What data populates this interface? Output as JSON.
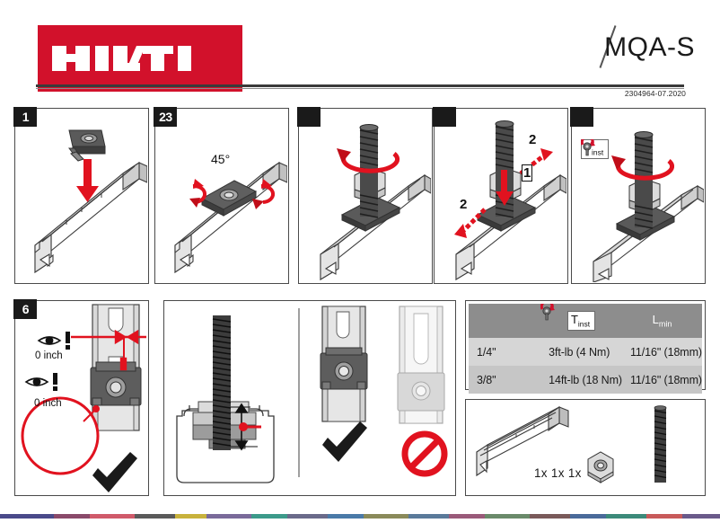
{
  "header": {
    "brand": "HILTI",
    "model": "MQA-S",
    "doc_number": "2304964-07.2020",
    "brand_color": "#d2112b"
  },
  "steps": [
    {
      "number": "1",
      "name": "insert-channel-nut",
      "annotations": []
    },
    {
      "number": "23",
      "name": "rotate-45-degrees",
      "annotations": [
        "45°"
      ]
    },
    {
      "number": "",
      "name": "thread-rod-into-nut",
      "annotations": []
    },
    {
      "number": "",
      "name": "push-down-and-check-play",
      "annotations": [
        "1",
        "2",
        "2"
      ]
    },
    {
      "number": "",
      "name": "tighten-to-torque",
      "annotations": [
        "T inst"
      ]
    },
    {
      "number": "6",
      "name": "visual-inspection",
      "annotations": [
        "0 inch",
        "0 inch"
      ]
    }
  ],
  "labels": {
    "angle_45": "45°",
    "arrow_1": "1",
    "arrow_2": "2",
    "torque_symbol": "T",
    "torque_subscript": "inst",
    "zero_gap": "0 inch",
    "length_symbol": "L",
    "parts_count": "1x 1x 1x"
  },
  "spec_table": {
    "columns": [
      "",
      "T inst",
      "L min"
    ],
    "header_torque_symbol": "T",
    "header_torque_subscript": "inst",
    "header_lmin_symbol": "L",
    "header_lmin_subscript": "min",
    "rows": [
      {
        "size": "1/4\"",
        "torque": "3ft-lb (4 Nm)",
        "lmin": "11/16\" (18mm)"
      },
      {
        "size": "3/8\"",
        "torque": "14ft-lb (18 Nm)",
        "lmin": "11/16\" (18mm)"
      }
    ]
  },
  "parts": {
    "count_label": "1x 1x 1x",
    "items": [
      "strut-channel",
      "hex-nut",
      "threaded-rod"
    ]
  },
  "icons": {
    "eye_warning": "eye-exclamation-icon",
    "check": "check-mark-icon",
    "prohibited": "prohibition-icon",
    "torque_wrench": "torque-wrench-icon"
  },
  "colors": {
    "red": "#e1121f",
    "dark_red": "#c00d18",
    "metal_light": "#e8e8e8",
    "metal_mid": "#c9c9c9",
    "metal_dark": "#9a9a9a",
    "nut_dark": "#4a4a4a",
    "black": "#1a1a1a",
    "table_header": "#8d8d8d",
    "table_row1": "#d6d6d6",
    "table_row2": "#c6c6c6"
  }
}
